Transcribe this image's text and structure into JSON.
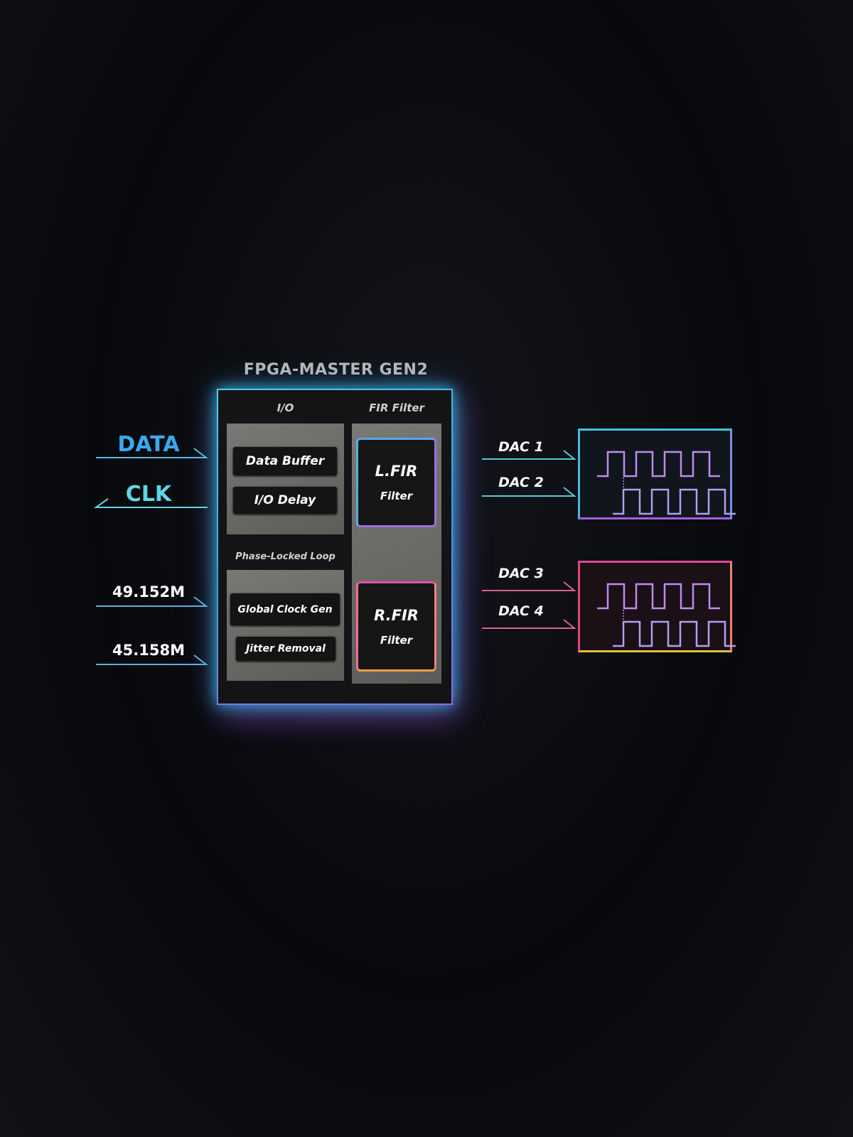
{
  "title": "FPGA-MASTER GEN2",
  "columns": {
    "io": "I/O",
    "fir": "FIR Filter",
    "pll": "Phase-Locked Loop"
  },
  "io_blocks": [
    "Data Buffer",
    "I/O Delay"
  ],
  "pll_blocks": [
    "Global Clock Gen",
    "Jitter Removal"
  ],
  "fir_blocks": [
    {
      "name": "L.FIR",
      "sub": "Filter"
    },
    {
      "name": "R.FIR",
      "sub": "Filter"
    }
  ],
  "inputs": [
    "DATA",
    "CLK",
    "49.152M",
    "45.158M"
  ],
  "outputs": [
    "DAC 1",
    "DAC 2",
    "DAC 3",
    "DAC 4"
  ],
  "colors": {
    "data": "#3aa9f0",
    "clk": "#5fd6e6",
    "cyan": "#3fc4e0",
    "purple": "#a45ee0",
    "pink": "#e0489a",
    "orange": "#f0a040"
  }
}
